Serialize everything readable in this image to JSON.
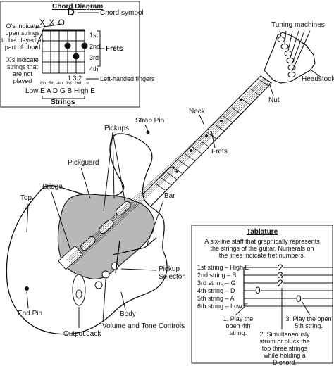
{
  "chord_diagram": {
    "title": "Chord Diagram",
    "chord_name": "D",
    "chord_symbol_label": "Chord symbol",
    "open_note": [
      "O's indicate",
      "open strings",
      "to be played as",
      "part of chord"
    ],
    "x_note": [
      "X's indicate",
      "strings that",
      "are not",
      "played"
    ],
    "open_marks": "X X O",
    "fret_numbers": [
      "1st",
      "2nd",
      "3rd",
      "4th"
    ],
    "frets_label": "Frets",
    "finger_numbers": "1  3  2",
    "left_hand_label": "Left-handed fingers",
    "finger_names": [
      "8th",
      "5th",
      "4th",
      "3rd",
      "2nd",
      "1st"
    ],
    "string_notes": "Low E  A  D  G  B  High E",
    "strings_label": "Strings"
  },
  "guitar_labels": {
    "tuning_machines": "Tuning machines",
    "headstock": "Headstock",
    "nut": "Nut",
    "neck": "Neck",
    "frets": "Frets",
    "strap_pin": "Strap Pin",
    "pickups": "Pickups",
    "pickguard": "Pickguard",
    "bridge": "Bridge",
    "top": "Top",
    "bar": "Bar",
    "pickup_selector": [
      "Pickup",
      "Selector"
    ],
    "body": "Body",
    "volume_tone": "Volume and Tone Controls",
    "end_pin": "End Pin",
    "output_jack": "Output Jack"
  },
  "tablature": {
    "title": "Tablature",
    "description": [
      "A six-line staff that graphically represents",
      "the strings of the guitar.  Numerals on",
      "the lines indicate fret numbers."
    ],
    "strings": [
      "1st string – High E",
      "2nd string – B",
      "3rd string – G",
      "4th string – D",
      "5th string – A",
      "6th string – Low E"
    ],
    "fret_digits": {
      "first_open": "0",
      "chord_top": "2",
      "chord_mid": "3",
      "chord_bot": "2",
      "last_open": "0"
    },
    "note1": [
      "1. Play the",
      "open 4th",
      "string."
    ],
    "note2": [
      "2. Simultaneously",
      "strum or pluck the",
      "top three strings",
      "while holding a",
      "D chord."
    ],
    "note3": [
      "3. Play the open",
      "5th string."
    ]
  }
}
